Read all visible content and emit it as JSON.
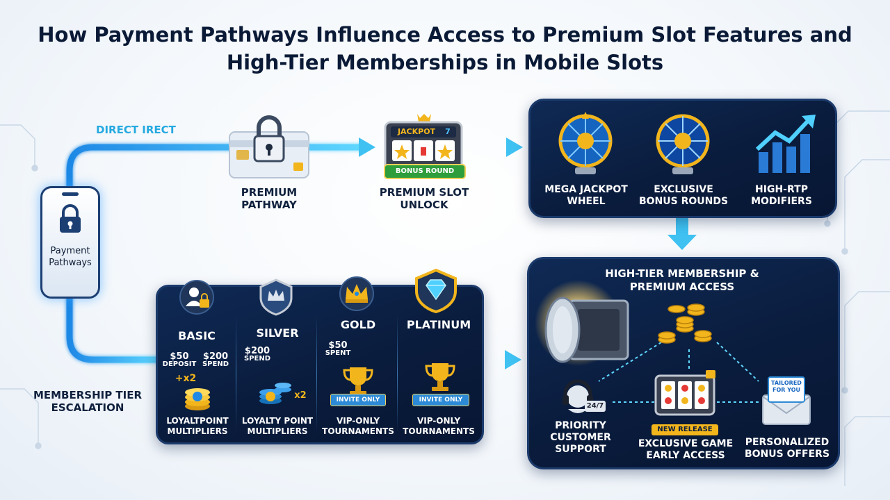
{
  "title": "How Payment Pathways Influence Access to Premium Slot Features and High-Tier Memberships in Mobile Slots",
  "phone": {
    "label": "Payment Pathways"
  },
  "direct": {
    "label": "DIRECT IRECT"
  },
  "membership_label": "MEMBERSHIP TIER ESCALATION",
  "premium_pathway": {
    "label": "PREMIUM PATHWAY"
  },
  "slot_unlock": {
    "label": "PREMIUM SLOT UNLOCK",
    "screen_text": "JACKPOT",
    "reel_digit": "7",
    "banner": "BONUS ROUND"
  },
  "features": [
    {
      "label": "MEGA JACKPOT WHEEL",
      "icon": "mega-jackpot-wheel-icon"
    },
    {
      "label": "EXCLUSIVE BONUS ROUNDS",
      "icon": "bonus-wheel-icon"
    },
    {
      "label": "HIGH-RTP MODIFIERS",
      "icon": "rising-chart-icon"
    }
  ],
  "tiers": [
    {
      "name": "BASIC",
      "detail_a": "$50",
      "detail_a_sub": "DEPOSIT",
      "detail_b": "$200",
      "detail_b_sub": "SPEND",
      "multiplier": "+x2",
      "benefit": "LOYALTPOINT MULTIPLIERS",
      "icon": "user-lock-icon"
    },
    {
      "name": "SILVER",
      "detail_a": "$200",
      "detail_a_sub": "SPEND",
      "multiplier": "x2",
      "benefit": "LOYALTY POINT MULTIPLIERS",
      "icon": "silver-crown-shield-icon"
    },
    {
      "name": "GOLD",
      "detail_a": "$50",
      "detail_a_sub": "SPENT",
      "ribbon": "INVITE ONLY",
      "benefit": "VIP-ONLY TOURNAMENTS",
      "icon": "gold-crown-icon"
    },
    {
      "name": "PLATINUM",
      "ribbon": "INVITE ONLY",
      "benefit": "VIP-ONLY TOURNAMENTS",
      "icon": "diamond-shield-icon"
    }
  ],
  "membership_panel": {
    "title": "HIGH-TIER MEMBERSHIP & PREMIUM ACCESS",
    "support_badge": "24/7",
    "support_label": "PRIORITY CUSTOMER SUPPORT",
    "release_banner": "NEW RELEASE",
    "early_access_label": "EXCLUSIVE GAME EARLY ACCESS",
    "offer_card": "TAILORED FOR YOU",
    "offers_label": "PERSONALIZED BONUS OFFERS"
  },
  "colors": {
    "navy": "#0a1c3d",
    "cyan": "#34c6f4",
    "gold": "#f2b51c",
    "title": "#0a1a36"
  }
}
